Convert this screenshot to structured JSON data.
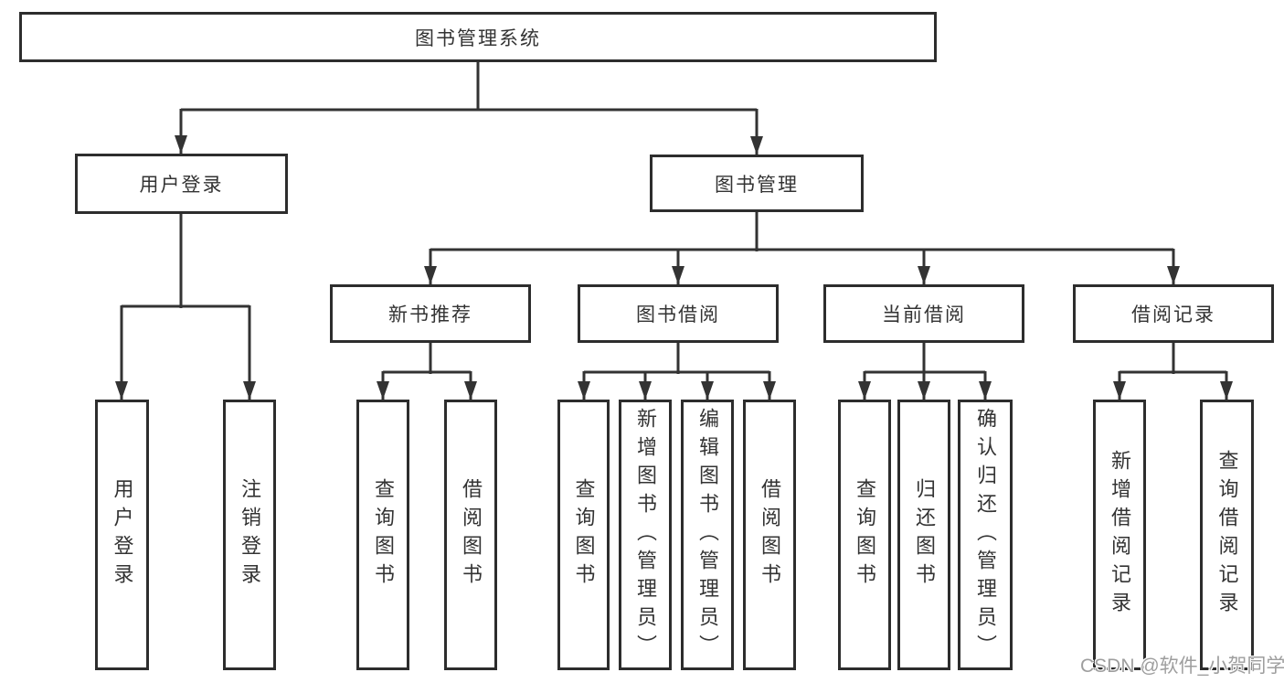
{
  "diagram": {
    "type": "hierarchy-tree",
    "watermark": "CSDN @软件_小贺同学",
    "colors": {
      "background": "#ffffff",
      "box_border": "#2d2d2d",
      "connector_line": "#333333",
      "text": "#333333",
      "watermark_text": "#9e9e9e"
    },
    "nodes": {
      "root": {
        "label": "图书管理系统"
      },
      "user_login": {
        "label": "用户登录",
        "children": [
          {
            "label": "用户登录"
          },
          {
            "label": "注销登录"
          }
        ]
      },
      "book_mgmt": {
        "label": "图书管理",
        "children": [
          {
            "label": "新书推荐",
            "children": [
              {
                "label": "查询图书"
              },
              {
                "label": "借阅图书"
              }
            ]
          },
          {
            "label": "图书借阅",
            "children": [
              {
                "label": "查询图书"
              },
              {
                "label": "新增图书（管理员）"
              },
              {
                "label": "编辑图书（管理员）"
              },
              {
                "label": "借阅图书"
              }
            ]
          },
          {
            "label": "当前借阅",
            "children": [
              {
                "label": "查询图书"
              },
              {
                "label": "归还图书"
              },
              {
                "label": "确认归还（管理员）"
              }
            ]
          },
          {
            "label": "借阅记录",
            "children": [
              {
                "label": "新增借阅记录"
              },
              {
                "label": "查询借阅记录"
              }
            ]
          }
        ]
      }
    }
  }
}
